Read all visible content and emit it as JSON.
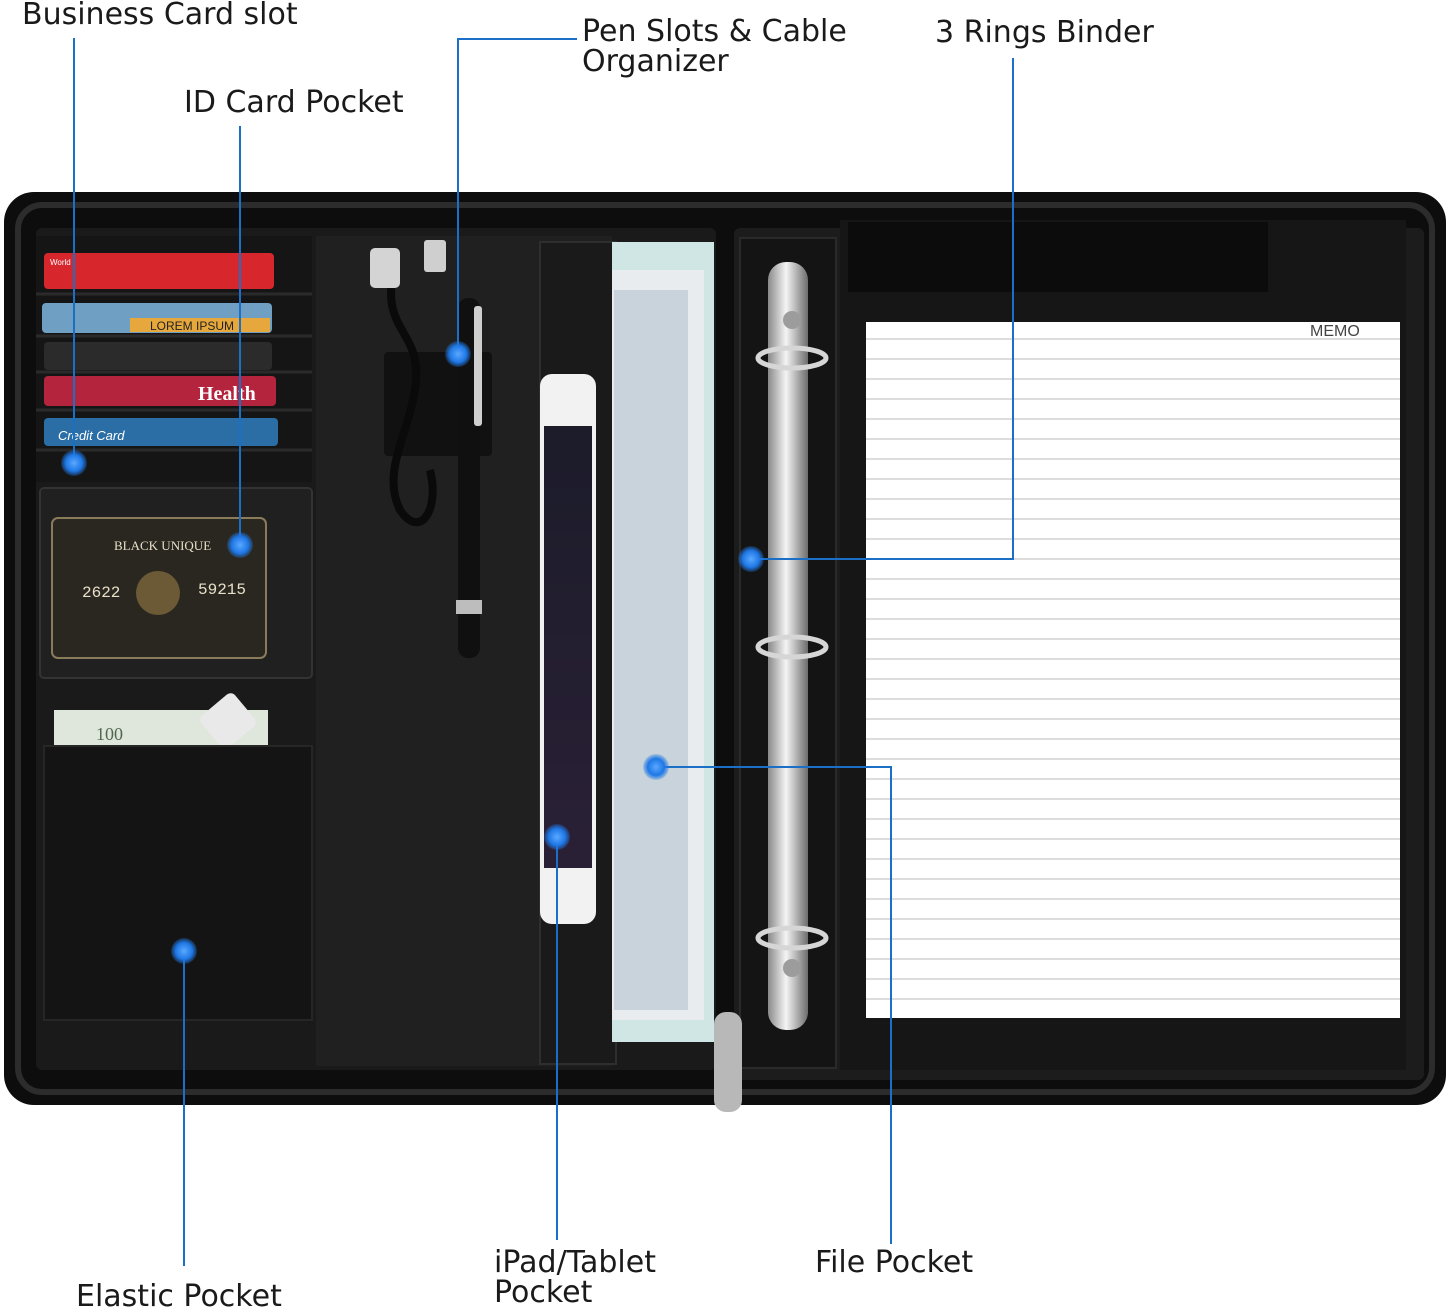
{
  "callouts": {
    "business_card_slot": "Business Card slot",
    "id_card_pocket": "ID Card Pocket",
    "pen_slots": "Pen Slots & Cable\nOrganizer",
    "three_rings_binder": "3 Rings Binder",
    "elastic_pocket": "Elastic Pocket",
    "ipad_tablet_pocket": "iPad/Tablet\nPocket",
    "file_pocket": "File Pocket"
  },
  "product_text": {
    "card_world": "World",
    "card_lorem": "LOREM IPSUM",
    "card_health": "Health",
    "card_credit": "Credit Card",
    "card_black_unique": "BLACK UNIQUE",
    "card_number_a": "2622",
    "card_number_b": "59215",
    "memo": "MEMO",
    "banknote": "100"
  },
  "colors": {
    "leader": "#1b6fc7",
    "dot": "#1f78e6",
    "case": "#111111"
  }
}
